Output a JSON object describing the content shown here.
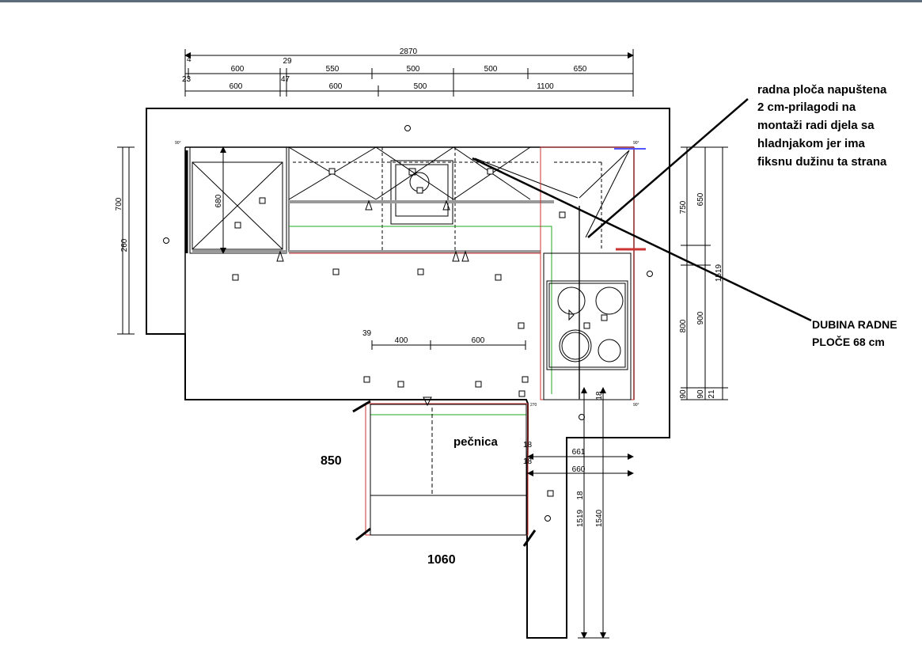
{
  "annotations": {
    "worktop_note": [
      "radna ploča napuštena",
      "2 cm-prilagodi na",
      "montaži radi djela sa",
      "hladnjakom jer ima",
      "fiksnu dužinu ta strana"
    ],
    "depth_note": [
      "DUBINA RADNE",
      "PLOČE 68 cm"
    ],
    "oven_label": "pečnica",
    "island_width": "1060",
    "island_depth": "850"
  },
  "top_dimensions": {
    "total": "2870",
    "row1": [
      "4",
      "600",
      "29",
      "550",
      "500",
      "500",
      "650"
    ],
    "row2": [
      "23",
      "600",
      "47",
      "600",
      "500",
      "1100"
    ]
  },
  "left_dimensions": [
    "700",
    "260",
    "680"
  ],
  "right_dimensions": [
    "750",
    "650",
    "900",
    "800",
    "90",
    "90",
    "21",
    "1519"
  ],
  "inner_dimensions": [
    "39",
    "400",
    "600"
  ],
  "lower_dimensions": [
    "661",
    "660",
    "18",
    "18",
    "1519",
    "1540",
    "18",
    "18"
  ],
  "tiny_marks": [
    "90°",
    "90°",
    "270",
    "90°"
  ]
}
